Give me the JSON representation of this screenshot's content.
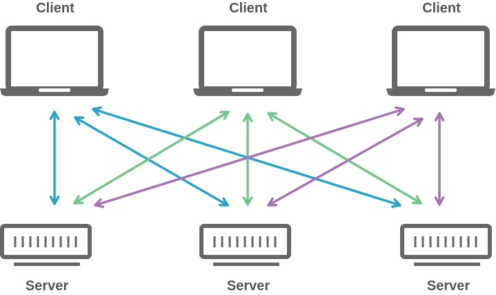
{
  "clients": [
    {
      "label": "Client"
    },
    {
      "label": "Client"
    },
    {
      "label": "Client"
    }
  ],
  "servers": [
    {
      "label": "Server"
    },
    {
      "label": "Server"
    },
    {
      "label": "Server"
    }
  ],
  "icons": {
    "client": "laptop-icon",
    "server": "server-rack-icon"
  },
  "colors": {
    "device": "#666666",
    "label": "#555555",
    "client_1_links": "#2aa3c8",
    "client_2_links": "#74c58e",
    "client_3_links": "#a774b3"
  },
  "connections": [
    {
      "client": 1,
      "server": 1,
      "color": "client_1_links"
    },
    {
      "client": 1,
      "server": 2,
      "color": "client_1_links"
    },
    {
      "client": 1,
      "server": 3,
      "color": "client_1_links"
    },
    {
      "client": 2,
      "server": 1,
      "color": "client_2_links"
    },
    {
      "client": 2,
      "server": 2,
      "color": "client_2_links"
    },
    {
      "client": 2,
      "server": 3,
      "color": "client_2_links"
    },
    {
      "client": 3,
      "server": 1,
      "color": "client_3_links"
    },
    {
      "client": 3,
      "server": 2,
      "color": "client_3_links"
    },
    {
      "client": 3,
      "server": 3,
      "color": "client_3_links"
    }
  ]
}
